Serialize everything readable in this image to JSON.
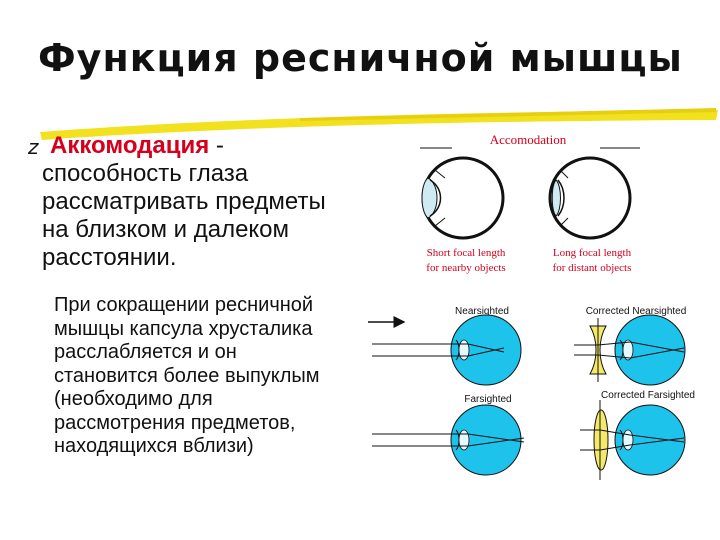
{
  "slide": {
    "title": "Функция ресничной мышцы",
    "bullet": {
      "term": "Аккомодация",
      "dash": " -",
      "lines": [
        "способность глаза",
        "рассматривать предметы",
        "на близком и далеком",
        "расстоянии."
      ]
    },
    "sub_paragraph": {
      "lines": [
        "При сокращении ресничной",
        "мышцы капсула хрусталика",
        "расслабляется и он",
        "становится более выпуклым",
        "(необходимо для",
        "рассмотрения предметов,",
        "находящихся вблизи)"
      ]
    }
  },
  "diagram": {
    "title": "Accomodation",
    "left_caption": [
      "Short focal length",
      "for nearby objects"
    ],
    "right_caption": [
      "Long focal length",
      "for distant objects"
    ],
    "nearsighted": "Nearsighted",
    "corrected_nearsighted": "Corrected Nearsighted",
    "farsighted": "Farsighted",
    "corrected_farsighted": "Corrected Farsighted"
  },
  "colors": {
    "title_underline": "#f2e11f",
    "term": "#d6001c",
    "eye_fill": "#1ec3ec",
    "lens_fill": "#f5e96a",
    "accent_line": "#111111"
  },
  "icons": {
    "bullet": "z-bullet-icon",
    "arrow": "arrow-right-icon"
  }
}
